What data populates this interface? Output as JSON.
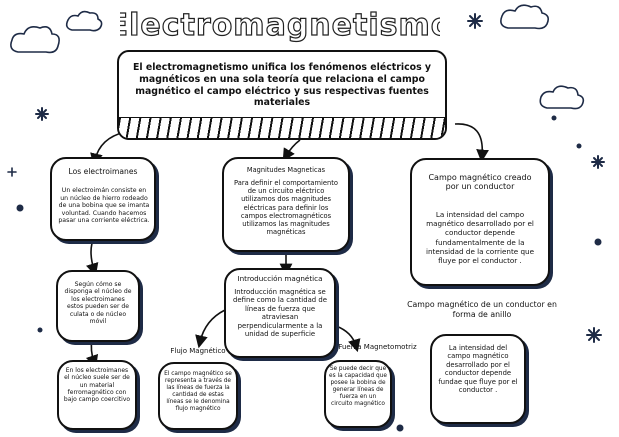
{
  "title": "Electromagnetismo",
  "main": {
    "text": "El electromagnetismo unifica los fenómenos eléctricos y magnéticos en una sola teoría que relaciona el campo magnético el campo eléctrico y sus respectivas fuentes materiales"
  },
  "electroimanes": {
    "heading": "Los electroimanes",
    "body": "Un electroimán consiste en un núcleo de hierro rodeado de una bobina que se imanta voluntad. Cuando hacemos pasar una corriente eléctrica.",
    "sub1": "Según cómo se disponga el núcleo de los electroimanes estos pueden ser de culata o de núcleo móvil",
    "sub2": "En los electroimanes el núcleo suele ser de un material ferromagnético con bajo campo coercitivo"
  },
  "magnitudes": {
    "heading": "Magnitudes Magneticas",
    "body": "Para definir el comportamiento de un circuito eléctrico utilizamos dos magnitudes eléctricas para definir los campos electromagnéticos utilizamos las magnitudes magnéticas"
  },
  "introduccion": {
    "heading": "Introducción magnética",
    "body": "Introducción magnética se define como la cantidad de líneas de fuerza que atraviesan perpendicularmente a la unidad de superficie"
  },
  "flujo": {
    "heading": "Flujo Magnético",
    "body": "El campo magnético se representa a través de las líneas de fuerza la cantidad de estas líneas se le denomina flujo magnético"
  },
  "fuerza": {
    "heading": "Fuerza Magnetomotriz",
    "body": "Se puede decir que es la capacidad que posee la bobina de generar líneas de fuerza en un circuito magnético"
  },
  "campo1": {
    "heading": "Campo magnético creado por un conductor",
    "body": "La intensidad del campo magnético desarrollado por el conductor depende fundamentalmente de la intensidad de la corriente que fluye por el conductor ."
  },
  "campo2": {
    "heading": "Campo magnético de un conductor en forma de anillo",
    "body": "La intensidad del campo magnético desarrollado por el conductor depende fundae que fluye por el conductor ."
  }
}
